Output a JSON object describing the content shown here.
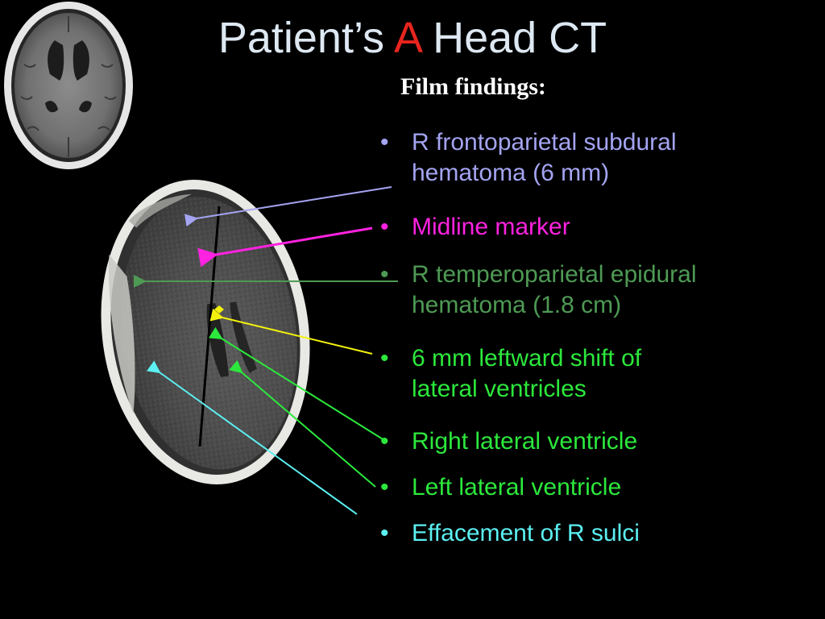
{
  "slide": {
    "title_prefix": "Patient’s ",
    "title_letter": "A",
    "title_suffix": " Head CT",
    "subtitle": "Film findings:",
    "bullet_char": "•"
  },
  "colors": {
    "title": "#dde8f2",
    "title_letter": "#e8251f",
    "subdural": "#a4a4f2",
    "midline": "#ff22e0",
    "epidural": "#4e9a54",
    "shift": "#2ce83c",
    "ventricle": "#2ce83c",
    "sulci": "#5cf0f2",
    "shift_arrow": "#f4f20c"
  },
  "findings": [
    {
      "key": "subdural",
      "lines": [
        "R frontoparietal subdural",
        "hematoma (6 mm)"
      ],
      "color": "#a4a4f2"
    },
    {
      "key": "midline",
      "lines": [
        "Midline marker"
      ],
      "color": "#ff22e0"
    },
    {
      "key": "epidural",
      "lines": [
        "R temperoparietal epidural",
        "hematoma (1.8 cm)"
      ],
      "color": "#4e9a54"
    },
    {
      "key": "shift",
      "lines": [
        "6 mm leftward shift of",
        "lateral ventricles"
      ],
      "color": "#2ce83c"
    },
    {
      "key": "right-ventricle",
      "lines": [
        "Right lateral ventricle"
      ],
      "color": "#2ce83c"
    },
    {
      "key": "left-ventricle",
      "lines": [
        "Left lateral ventricle"
      ],
      "color": "#2ce83c"
    },
    {
      "key": "sulci",
      "lines": [
        "Effacement of R sulci"
      ],
      "color": "#5cf0f2"
    }
  ]
}
